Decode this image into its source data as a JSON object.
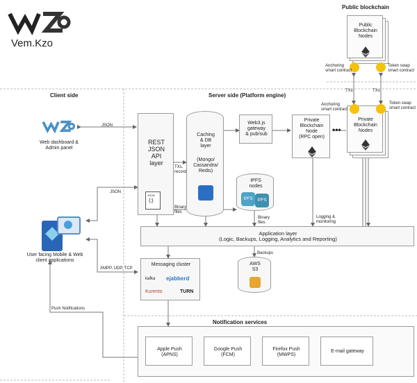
{
  "brand": {
    "name": "Vem.Kzo"
  },
  "sections": {
    "public_blockchain": "Public blockchain",
    "client_side": "Client side",
    "server_side": "Server side (Platform engine)",
    "notification_services": "Notification services"
  },
  "client": {
    "dashboard_label": "Web dashboard &\nAdmin panel",
    "apps_label": "User facing Mobile & Web\nclient applications"
  },
  "nodes": {
    "public_nodes": "Public\nBlockchain\nNodes",
    "private_node_rpc": "Private\nBlockchain\nNode\n(RPC open)",
    "private_nodes": "Private\nBlockchain\nNodes",
    "ellipsis": "•••"
  },
  "server": {
    "rest_api": "REST\nJSON\nAPI\nlayer",
    "caching": "Caching\n& DB\nlayer",
    "caching_sub": "(Mongo/\nCassandra/\nRedis)",
    "web3": "Web3.js\ngateway\n& pub/sub",
    "ipfs": "IPFS\nnodes",
    "ipfs_a": "IPFS",
    "ipfs_b": "IPFS",
    "app_layer": "Application layer\n(Logic, Backups, Logging, Analytics and Reporting)",
    "messaging": "Messaging cluster",
    "kafka": "kafka",
    "ejabberd": "ejabberd",
    "kurento": "Kurento",
    "turn": "TURN",
    "aws": "AWS\nS3",
    "json_file": "JSON"
  },
  "connectors": {
    "json_1": "JSON",
    "json_2": "JSON",
    "txs_records": "TXs,\nrecords",
    "binary_files_1": "Binary\nfiles",
    "binary_files_2": "Binary\nfiles",
    "backups": "Backups",
    "logging": "Logging &\nmonitoring",
    "xmpp": "XMPP, UDP, TCP",
    "push": "Push Notifications",
    "txs_1": "TXs",
    "txs_2": "TXs",
    "anchoring_top": "Anchoring\nsmart contract",
    "token_swap_top": "Token swap\nsmart contract",
    "anchoring_bottom": "Anchoring\nsmart contract",
    "token_swap_bottom": "Token swap\nsmart contract"
  },
  "notifications": [
    "Apple Push\n(APNS)",
    "Google Push\n(FCM)",
    "Firefox Push\n(MWPS)",
    "E-mail gateway"
  ]
}
